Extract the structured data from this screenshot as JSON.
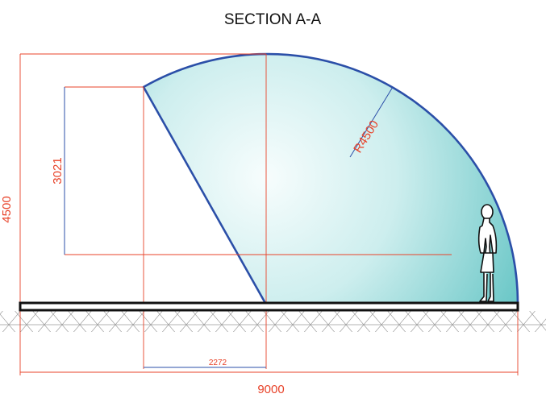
{
  "title": "SECTION A-A",
  "dimensions": {
    "total_height": "4500",
    "entry_height": "3021",
    "radius": "R4500",
    "entry_offset": "2272",
    "total_width": "9000"
  },
  "colors": {
    "dimension_line": "#e8432a",
    "outline": "#2b4fa8",
    "glass_light": "#f4fcfc",
    "glass_dark": "#66c6c6",
    "ground_hatch": "#9a9a9a",
    "floor_slab": "#111111"
  },
  "figure": "standing-person-silhouette"
}
